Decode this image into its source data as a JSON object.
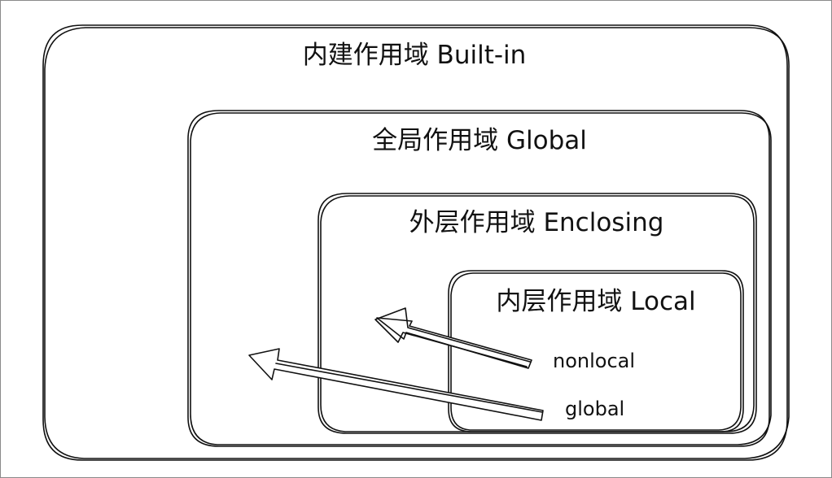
{
  "scopes": {
    "builtin": "内建作用域 Built-in",
    "global": "全局作用域 Global",
    "enclosing": "外层作用域 Enclosing",
    "local": "内层作用域 Local"
  },
  "arrows": {
    "nonlocal": "nonlocal",
    "global": "global"
  }
}
